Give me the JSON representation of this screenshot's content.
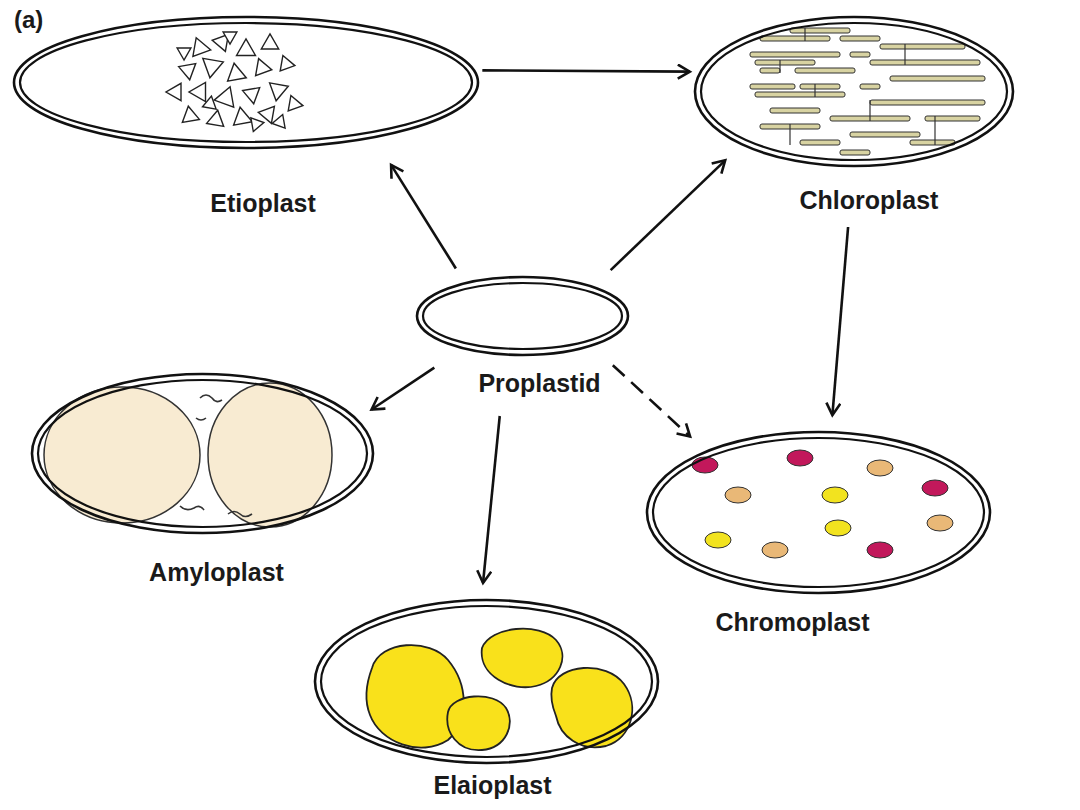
{
  "diagram": {
    "nodes": [
      {
        "text": [
          "Etioplast"
        ]
      },
      {
        "text": [
          "Chloroplast"
        ]
      },
      {
        "text": [
          "Proplastid"
        ]
      },
      {
        "text": [
          "Amyloplast"
        ]
      },
      {
        "text": [
          "Chromoplast"
        ]
      },
      {
        "text": [
          "Elaioplast"
        ]
      }
    ],
    "edges": [
      {
        "from": 0,
        "to": 1,
        "arrow": "to"
      },
      {
        "from": 2,
        "to": 0,
        "arrow": "to"
      },
      {
        "from": 2,
        "to": 1,
        "arrow": "to"
      },
      {
        "from": 2,
        "to": 3,
        "arrow": "to"
      },
      {
        "from": 2,
        "to": 4,
        "arrow": "to"
      },
      {
        "from": 2,
        "to": 5,
        "arrow": "to"
      },
      {
        "from": 1,
        "to": 4,
        "arrow": "to"
      }
    ],
    "labels": [
      "(a)"
    ]
  }
}
